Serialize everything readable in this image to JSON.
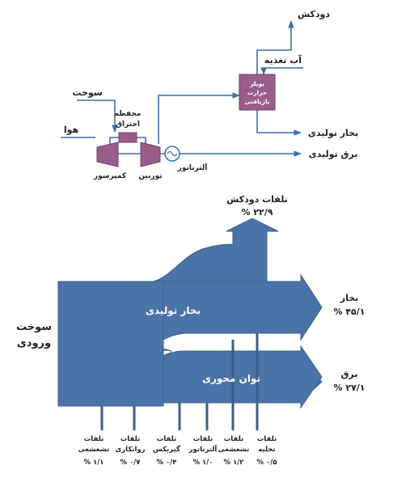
{
  "schematic": {
    "stack": "دودکش",
    "feedwater": "آب تغذیه",
    "fuel": "سوخت",
    "air": "هوا",
    "combustion_chamber_l1": "محفظه",
    "combustion_chamber_l2": "احتراق",
    "compressor": "کمپرسور",
    "turbine": "توربین",
    "alternator": "آلترناتور",
    "hrsg_l1": "بویلر",
    "hrsg_l2": "حرارت",
    "hrsg_l3": "بازیافتی",
    "steam_out": "بخار تولیدی",
    "power_out": "برق تولیدی"
  },
  "sankey": {
    "stack_loss_label": "تلفات دودکش",
    "stack_loss_value": "% ۲۲/۹",
    "fuel_in_l1": "سوخت",
    "fuel_in_l2": "ورودی",
    "steam_flow": "بخار تولیدی",
    "shaft_power_flow": "توان محوری",
    "steam_out_label": "بخار",
    "steam_out_value": "% ۴۵/۱",
    "power_out_label": "برق",
    "power_out_value": "% ۲۷/۱",
    "losses": [
      {
        "l1": "تلفات",
        "l2": "تشعشعی",
        "value": "% ۱/۱"
      },
      {
        "l1": "تلفات",
        "l2": "روانکاری",
        "value": "% ۰/۷"
      },
      {
        "l1": "تلفات",
        "l2": "گیربکس",
        "value": "% ۰/۴"
      },
      {
        "l1": "تلفات",
        "l2": "آلترناتور",
        "value": "% ۱/۰"
      },
      {
        "l1": "تلفات",
        "l2": "تشعشعی",
        "value": "% ۱/۲"
      },
      {
        "l1": "تلفات",
        "l2": "تخلیه",
        "value": "% ۰/۵"
      }
    ]
  },
  "colors": {
    "flow": "#4a74a8",
    "equipment": "#9a5d8a",
    "line": "#3e6fae"
  }
}
